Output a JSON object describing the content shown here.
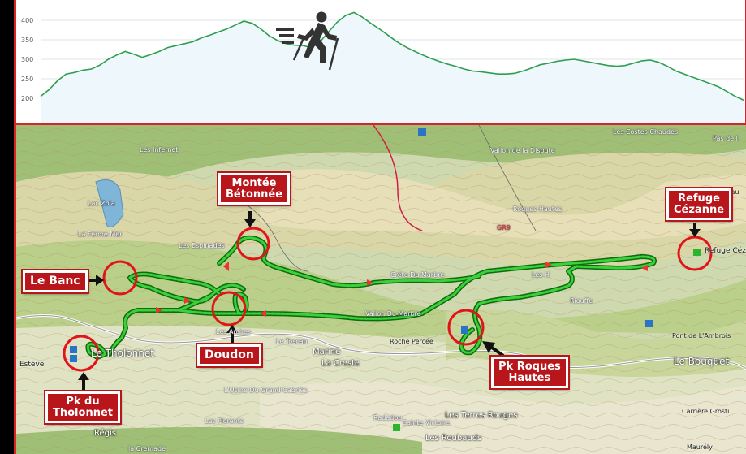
{
  "profile": {
    "y_ticks": [
      "400",
      "350",
      "300",
      "250",
      "200"
    ],
    "elevation_values": [
      205,
      222,
      245,
      262,
      266,
      272,
      275,
      285,
      300,
      311,
      320,
      313,
      305,
      312,
      320,
      330,
      335,
      340,
      345,
      355,
      362,
      370,
      378,
      388,
      398,
      392,
      378,
      360,
      348,
      340,
      336,
      335,
      330,
      345,
      370,
      395,
      412,
      420,
      408,
      392,
      378,
      362,
      346,
      333,
      322,
      312,
      303,
      295,
      288,
      282,
      275,
      270,
      268,
      265,
      262,
      262,
      264,
      270,
      278,
      286,
      290,
      295,
      298,
      300,
      296,
      292,
      288,
      284,
      282,
      284,
      290,
      296,
      298,
      292,
      282,
      270,
      262,
      254,
      246,
      238,
      230,
      218,
      205,
      195
    ],
    "hiker_icon": "hiker-icon",
    "line_color": "#2e9e4f"
  },
  "callouts": {
    "montee": [
      "Montée",
      "Bétonnée"
    ],
    "refuge": [
      "Refuge",
      "Cézanne"
    ],
    "banc": "Le Banc",
    "doudon": "Doudon",
    "pk_roques": [
      "Pk Roques",
      "Hautes"
    ],
    "pk_tholonnet": [
      "Pk du",
      "Tholonnet"
    ]
  },
  "map_labels": {
    "costes_chaudes": "Les Costes Chaudes",
    "pas_de_l": "Pas de l",
    "infernet": "Les Infernet",
    "vallon_dispute": "Vallon de la Dispute",
    "lac_zola": "Lac Zola",
    "roques_hautes": "Roques Hautes",
    "ferme_mer": "La Ferme Mer",
    "espinades": "Les Espinades",
    "bau": "Bau",
    "refuge_cez": "Refuge Céz",
    "crete_marbre": "Crête Du Marbre",
    "les_hautes": "Les H",
    "vallon_marbre": "Vallon Du Marbre",
    "riouffe": "Riouffe",
    "les_arches": "Les Arches",
    "le_toscan": "Le Toscan",
    "roche_percee": "Roche Percée",
    "pont_ambrois": "Pont de L'Ambrois",
    "este": "Estève",
    "le_tholonnet": "Le Tholonnet",
    "marine": "Marine",
    "la_creste": "La Creste",
    "le_bouquet": "Le Bouquet",
    "usine": "L'Usine Du Grand Cabriès",
    "radadou": "Radadou",
    "sainte_victoire": "Sainte Victoire",
    "terres_rouges": "Les Terres Rouges",
    "carriere": "Carrière Grosti",
    "florents": "Les Florents",
    "roubauds": "Les Roubauds",
    "regis": "Régis",
    "cremade": "la Cremade",
    "maurely": "Maurély",
    "gr": "GR9"
  },
  "colors": {
    "accent_red": "#d8232a",
    "trail_green": "#1fa31f",
    "callout_bg": "#b8161b"
  }
}
